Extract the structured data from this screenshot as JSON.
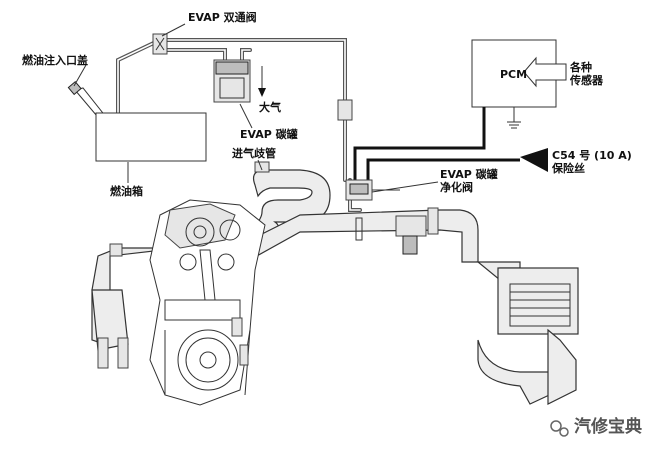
{
  "labels": {
    "evap_two_way_valve": "EVAP 双通阀",
    "fuel_filler_cap": "燃油注入口盖",
    "atmosphere": "大气",
    "evap_canister": "EVAP 碳罐",
    "fuel_tank": "燃油箱",
    "intake_manifold": "进气歧管",
    "pcm": "PCM",
    "various_sensors_line1": "各种",
    "various_sensors_line2": "传感器",
    "fuse_line1": "C54 号 (10 A)",
    "fuse_line2": "保险丝",
    "purge_valve_line1": "EVAP 碳罐",
    "purge_valve_line2": "净化阀"
  },
  "watermark": {
    "text": "汽修宝典"
  },
  "colors": {
    "line": "#333333",
    "wire": "#111111",
    "component_fill": "#e6e6e6"
  }
}
